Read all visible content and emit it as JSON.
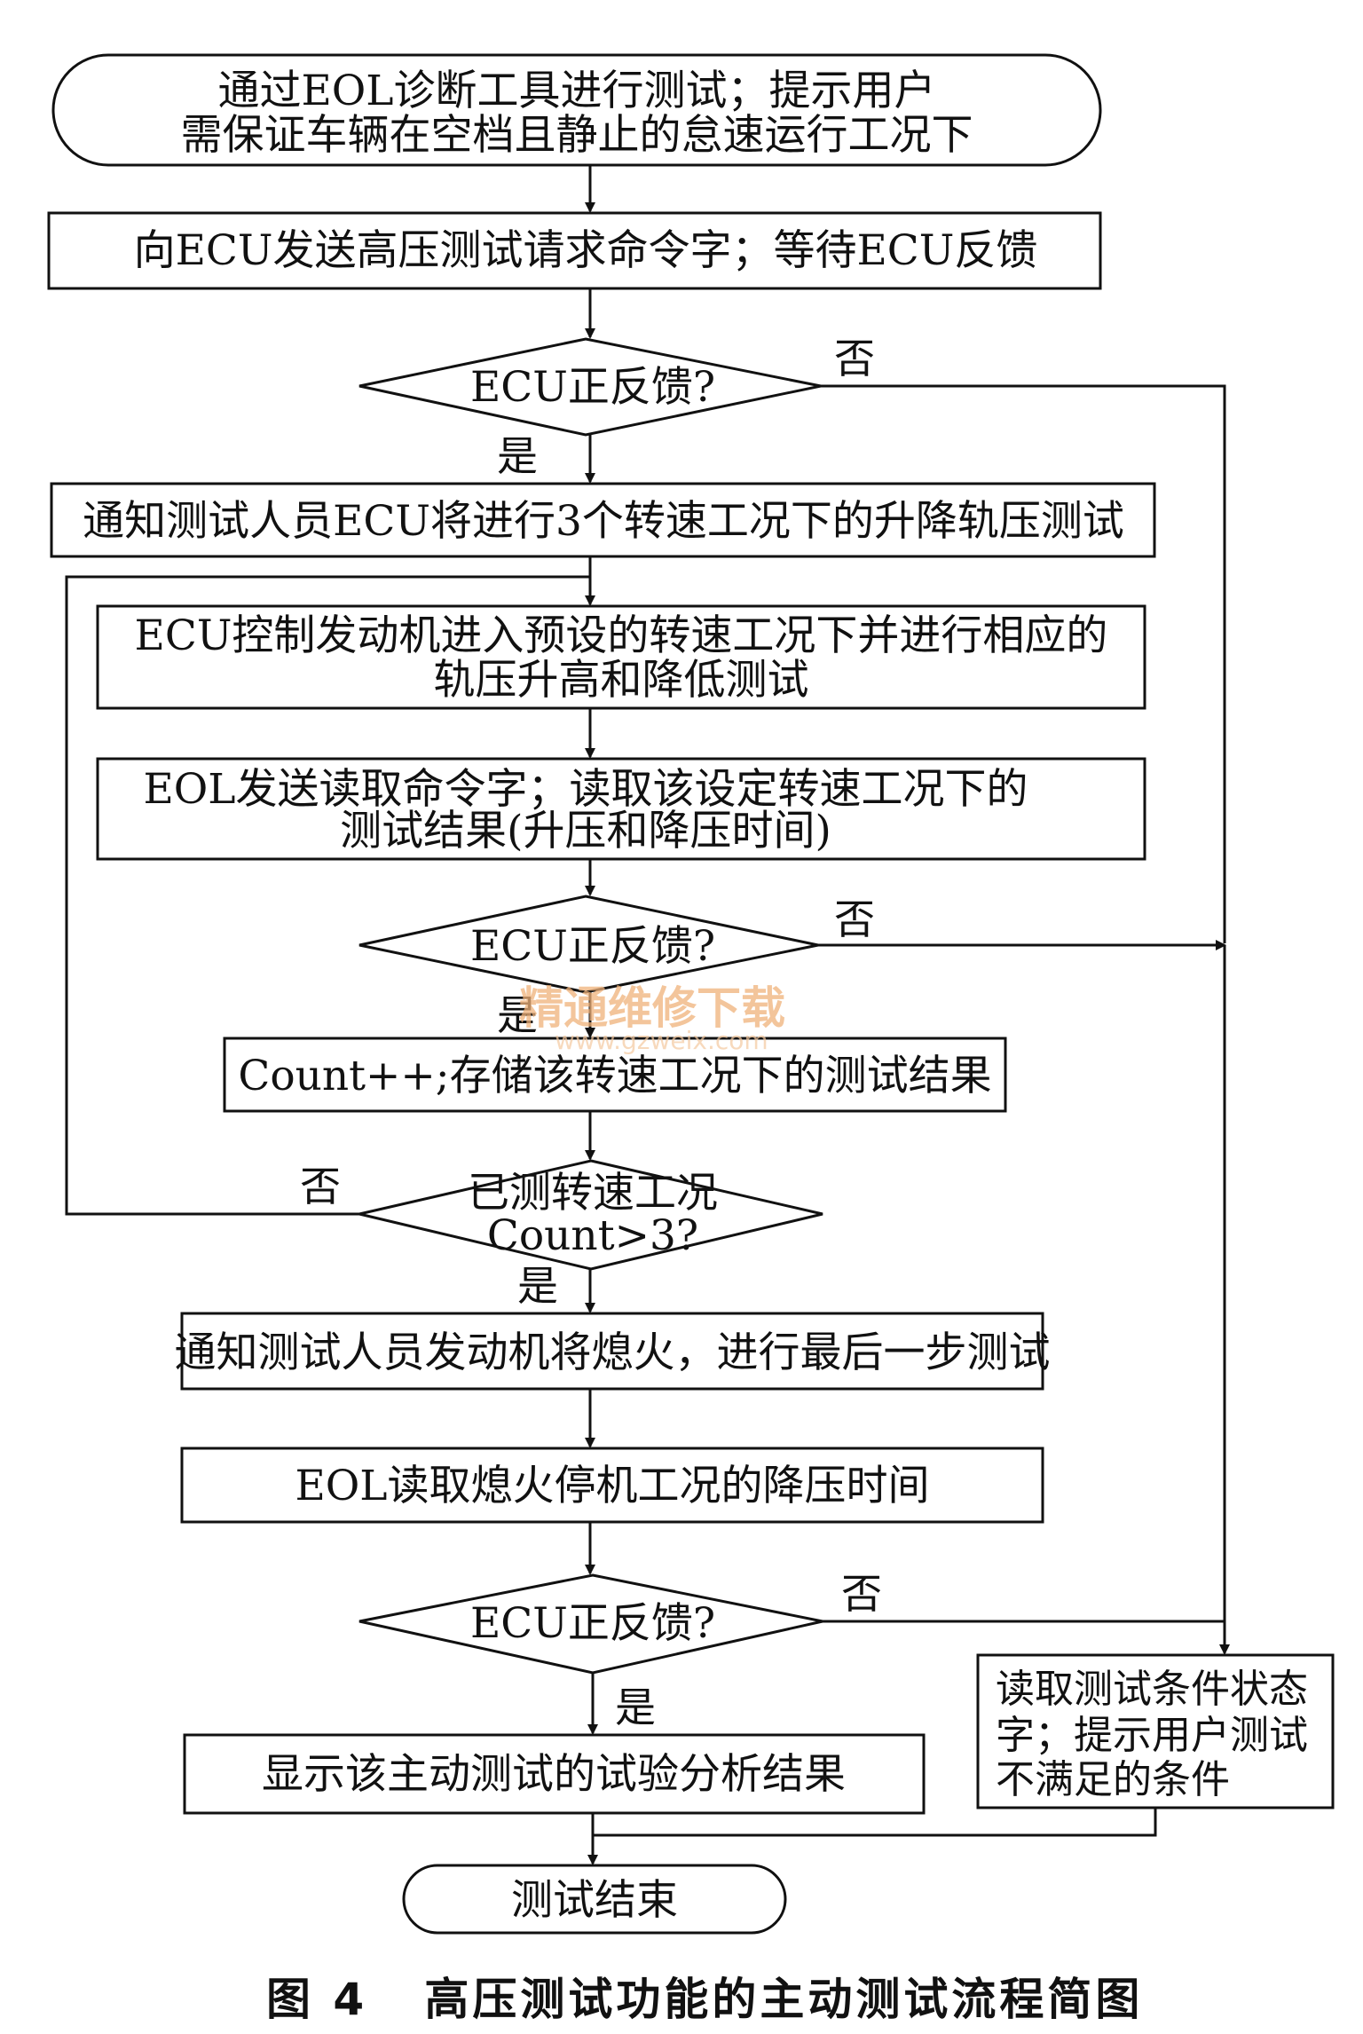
{
  "nodes": {
    "start": [
      "通过EOL诊断工具进行测试；提示用户",
      "需保证车辆在空档且静止的怠速运行工况下"
    ],
    "send_request": [
      "向ECU发送高压测试请求命令字；等待ECU反馈"
    ],
    "decision1": [
      "ECU正反馈?"
    ],
    "notify_three": [
      "通知测试人员ECU将进行3个转速工况下的升降轨压测试"
    ],
    "ecu_control": [
      "ECU控制发动机进入预设的转速工况下并进行相应的",
      "轨压升高和降低测试"
    ],
    "eol_read": [
      "EOL发送读取命令字；读取该设定转速工况下的",
      "测试结果(升压和降压时间)"
    ],
    "decision2": [
      "ECU正反馈?"
    ],
    "count_store": [
      "Count++;存储该转速工况下的测试结果"
    ],
    "decision3": [
      "已测转速工况",
      "Count>3?"
    ],
    "notify_stall": [
      "通知测试人员发动机将熄火，进行最后一步测试"
    ],
    "eol_stall": [
      "EOL读取熄火停机工况的降压时间"
    ],
    "decision4": [
      "ECU正反馈?"
    ],
    "show_result": [
      "显示该主动测试的试验分析结果"
    ],
    "read_conditions": [
      "读取测试条件状态",
      "字；提示用户测试",
      "不满足的条件"
    ],
    "end": [
      "测试结束"
    ]
  },
  "labels": {
    "yes": "是",
    "no": "否"
  },
  "watermark": {
    "text": "精通维修下载",
    "url": "www.gzweix.com"
  },
  "caption": "图 4   高压测试功能的主动测试流程简图"
}
